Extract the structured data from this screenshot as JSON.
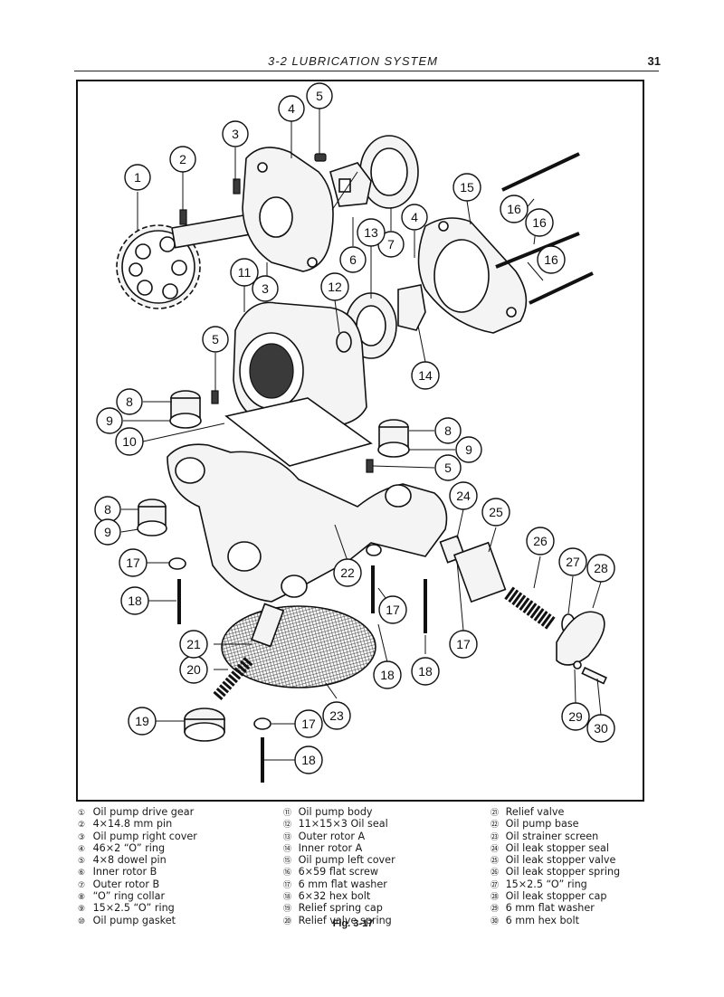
{
  "header": {
    "title": "3-2  LUBRICATION SYSTEM",
    "page_number": "31"
  },
  "figure": {
    "callouts": [
      "1",
      "2",
      "3",
      "3",
      "4",
      "4",
      "5",
      "5",
      "5",
      "6",
      "7",
      "8",
      "8",
      "8",
      "9",
      "9",
      "9",
      "10",
      "11",
      "12",
      "13",
      "14",
      "15",
      "16",
      "16",
      "16",
      "17",
      "17",
      "17",
      "17",
      "18",
      "18",
      "18",
      "18",
      "19",
      "20",
      "21",
      "22",
      "23",
      "24",
      "25",
      "26",
      "27",
      "28",
      "29",
      "30"
    ]
  },
  "legend": {
    "col1": [
      {
        "num": "①",
        "label": "Oil pump drive gear"
      },
      {
        "num": "②",
        "label": "4×14.8 mm pin"
      },
      {
        "num": "③",
        "label": "Oil pump right cover"
      },
      {
        "num": "④",
        "label": "46×2 “O” ring"
      },
      {
        "num": "⑤",
        "label": "4×8 dowel pin"
      },
      {
        "num": "⑥",
        "label": "Inner rotor B"
      },
      {
        "num": "⑦",
        "label": "Outer rotor B"
      },
      {
        "num": "⑧",
        "label": "“O” ring collar"
      },
      {
        "num": "⑨",
        "label": "15×2.5 “O” ring"
      },
      {
        "num": "⑩",
        "label": "Oil pump gasket"
      }
    ],
    "col2": [
      {
        "num": "⑪",
        "label": "Oil pump body"
      },
      {
        "num": "⑫",
        "label": "11×15×3 Oil seal"
      },
      {
        "num": "⑬",
        "label": "Outer rotor A"
      },
      {
        "num": "⑭",
        "label": "Inner rotor A"
      },
      {
        "num": "⑮",
        "label": "Oil pump left cover"
      },
      {
        "num": "⑯",
        "label": "6×59 flat screw"
      },
      {
        "num": "⑰",
        "label": "6 mm flat washer"
      },
      {
        "num": "⑱",
        "label": "6×32 hex bolt"
      },
      {
        "num": "⑲",
        "label": "Relief spring cap"
      },
      {
        "num": "⑳",
        "label": "Relief valve spring"
      }
    ],
    "col3": [
      {
        "num": "㉑",
        "label": "Relief valve"
      },
      {
        "num": "㉒",
        "label": "Oil pump base"
      },
      {
        "num": "㉓",
        "label": "Oil strainer screen"
      },
      {
        "num": "㉔",
        "label": "Oil leak stopper seal"
      },
      {
        "num": "㉕",
        "label": "Oil leak stopper valve"
      },
      {
        "num": "㉖",
        "label": "Oil leak stopper spring"
      },
      {
        "num": "㉗",
        "label": "15×2.5 “O” ring"
      },
      {
        "num": "㉘",
        "label": "Oil leak stopper cap"
      },
      {
        "num": "㉙",
        "label": "6 mm flat washer"
      },
      {
        "num": "㉚",
        "label": "6 mm hex bolt"
      }
    ]
  },
  "caption": "Fig. 3-17"
}
